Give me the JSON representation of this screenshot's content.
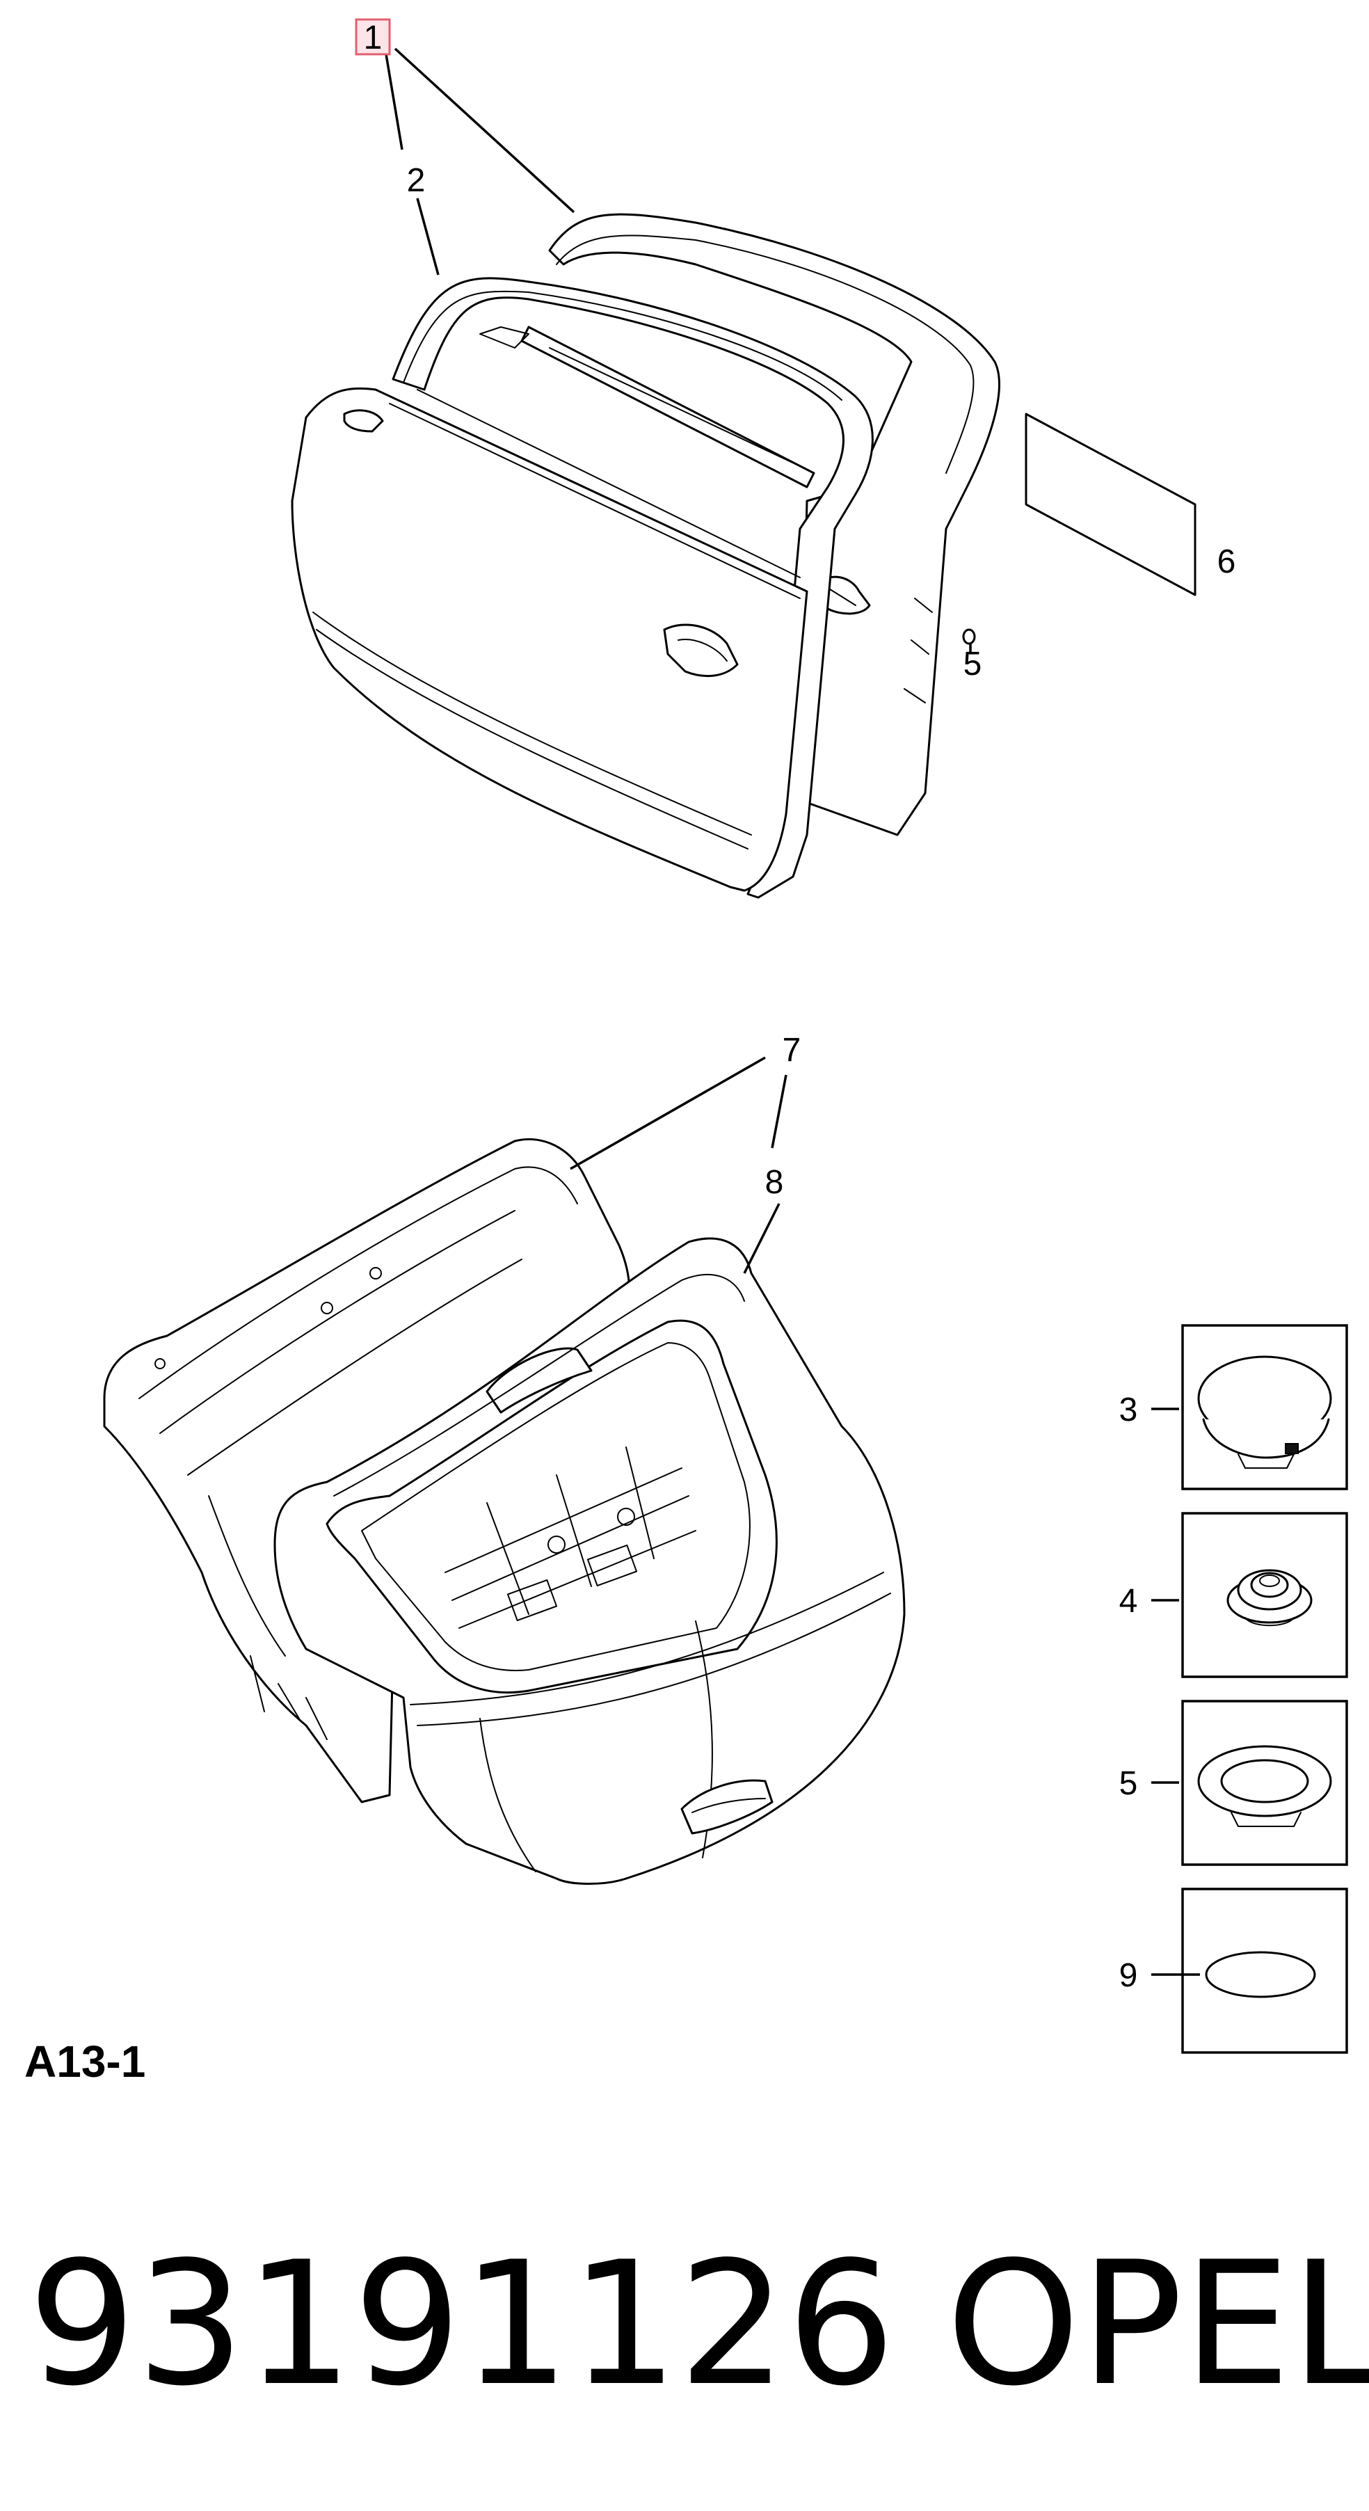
{
  "callouts": {
    "c1": "1",
    "c2": "2",
    "c3": "3",
    "c4": "4",
    "c5a": "5",
    "c5b": "5",
    "c6": "6",
    "c7": "7",
    "c8": "8",
    "c9": "9"
  },
  "highlight": {
    "color": "#e06070",
    "fill": "#fde4e8"
  },
  "figure_id": "A13-1",
  "part_number": "93191126",
  "brand": "OPEL"
}
